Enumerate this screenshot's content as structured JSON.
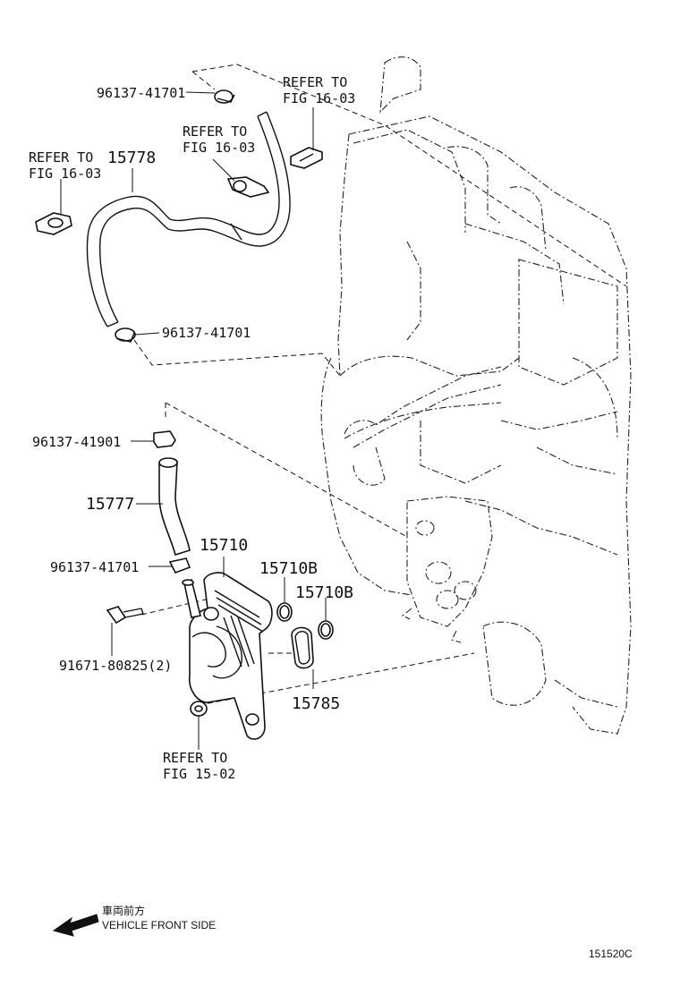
{
  "labels": {
    "clamp_top": "96137-41701",
    "refer_top_right_1": "REFER TO",
    "refer_top_right_2": "FIG 16-03",
    "refer_mid_1": "REFER TO",
    "refer_mid_2": "FIG 16-03",
    "refer_left_1": "REFER TO",
    "hose_upper": "15778",
    "refer_left_2": "FIG 16-03",
    "clamp_mid": "96137-41701",
    "clamp_small": "96137-41901",
    "hose_lower": "15777",
    "cooler": "15710",
    "clamp_lower": "96137-41701",
    "oring_a": "15710B",
    "oring_b": "15710B",
    "bolt": "91671-80825(2)",
    "gasket": "15785",
    "refer_bottom_1": "REFER TO",
    "refer_bottom_2": "FIG 15-02",
    "front_jp": "車両前方",
    "front_en": "VEHICLE FRONT SIDE",
    "drawing_id": "151520C"
  },
  "icons": [
    "arrow-front-icon"
  ]
}
